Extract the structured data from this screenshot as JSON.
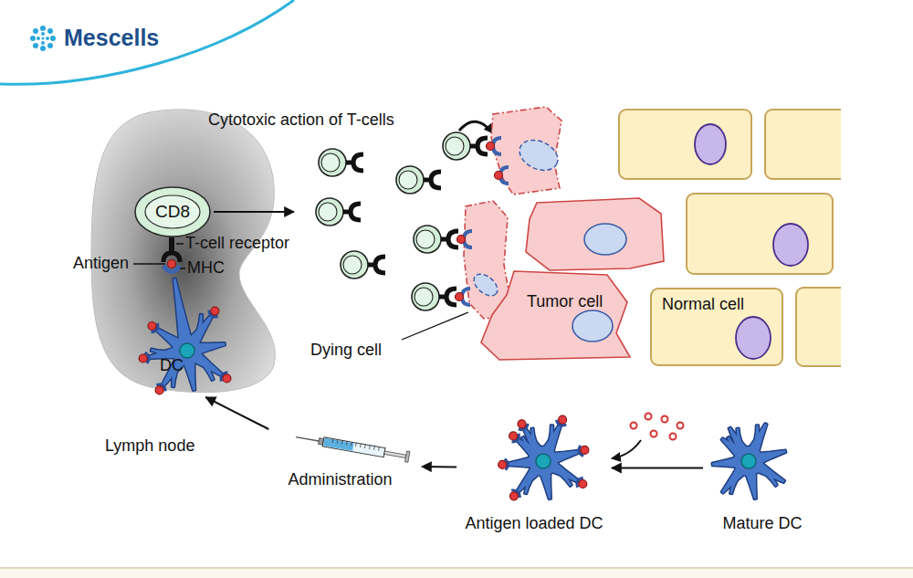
{
  "diagram": {
    "nodes": [
      {
        "text": [
          "Lymph node"
        ]
      },
      {
        "text": [
          "CD8"
        ],
        "in": 0
      },
      {
        "text": [
          "DC"
        ],
        "in": 0
      },
      {
        "text": [
          "Tumor cell"
        ]
      },
      {
        "text": [
          "Normal cell"
        ]
      },
      {
        "text": [
          "Administration"
        ]
      },
      {
        "text": [
          "Antigen loaded DC"
        ]
      },
      {
        "text": [
          "Mature DC"
        ]
      }
    ],
    "edges": [
      {
        "from": 7,
        "to": 6,
        "arrow": "to"
      },
      {
        "from": 6,
        "to": 5,
        "arrow": "to"
      },
      {
        "from": 5,
        "to": 0,
        "arrow": "to"
      }
    ],
    "labels": [
      "Mescells",
      "Cytotoxic action of T-cells",
      "T-cell receptor",
      "Antigen",
      "MHC",
      "Dying cell"
    ]
  }
}
